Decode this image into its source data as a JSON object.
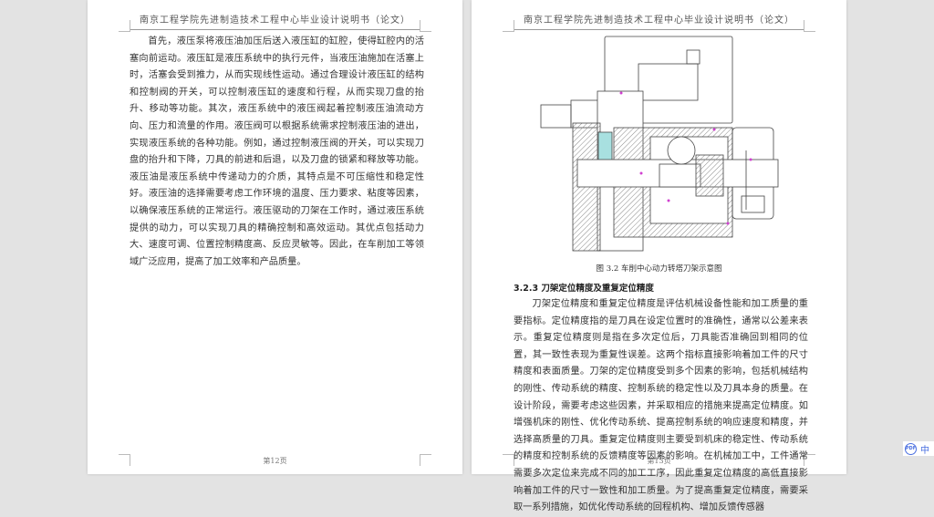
{
  "header_title": "南京工程学院先进制造技术工程中心毕业设计说明书（论文）",
  "page12": {
    "paragraph": "首先，液压泵将液压油加压后送入液压缸的缸腔，使得缸腔内的活塞向前运动。液压缸是液压系统中的执行元件，当液压油施加在活塞上时，活塞会受到推力，从而实现线性运动。通过合理设计液压缸的结构和控制阀的开关，可以控制液压缸的速度和行程，从而实现刀盘的抬升、移动等功能。其次，液压系统中的液压阀起着控制液压油流动方向、压力和流量的作用。液压阀可以根据系统需求控制液压油的进出，实现液压系统的各种功能。例如，通过控制液压阀的开关，可以实现刀盘的抬升和下降，刀具的前进和后退，以及刀盘的锁紧和释放等功能。液压油是液压系统中传递动力的介质，其特点是不可压缩性和稳定性好。液压油的选择需要考虑工作环境的温度、压力要求、粘度等因素，以确保液压系统的正常运行。液压驱动的刀架在工作时，通过液压系统提供的动力，可以实现刀具的精确控制和高效运动。其优点包括动力大、速度可调、位置控制精度高、反应灵敏等。因此，在车削加工等领域广泛应用，提高了加工效率和产品质量。",
    "page_number": "第12页"
  },
  "page13": {
    "figure_caption": "图 3.2 车削中心动力转塔刀架示意图",
    "section_heading": "3.2.3  刀架定位精度及重复定位精度",
    "paragraph": "刀架定位精度和重复定位精度是评估机械设备性能和加工质量的重要指标。定位精度指的是刀具在设定位置时的准确性，通常以公差来表示。重复定位精度则是指在多次定位后，刀具能否准确回到相同的位置，其一致性表现为重复性误差。这两个指标直接影响着加工件的尺寸精度和表面质量。刀架的定位精度受到多个因素的影响，包括机械结构的刚性、传动系统的精度、控制系统的稳定性以及刀具本身的质量。在设计阶段，需要考虑这些因素，并采取相应的措施来提高定位精度。如增强机床的刚性、优化传动系统、提高控制系统的响应速度和精度，并选择高质量的刀具。重复定位精度则主要受到机床的稳定性、传动系统的精度和控制系统的反馈精度等因素的影响。在机械加工中，工件通常需要多次定位来完成不同的加工工序，因此重复定位精度的高低直接影响着加工件的尺寸一致性和加工质量。为了提高重复定位精度，需要采取一系列措施，如优化传动系统的回程机构、增加反馈传感器",
    "page_number": "第13页"
  },
  "widget": {
    "icon": "translate-icon",
    "icon_text": "PDF",
    "language": "中",
    "color": "#4a6fe0"
  }
}
